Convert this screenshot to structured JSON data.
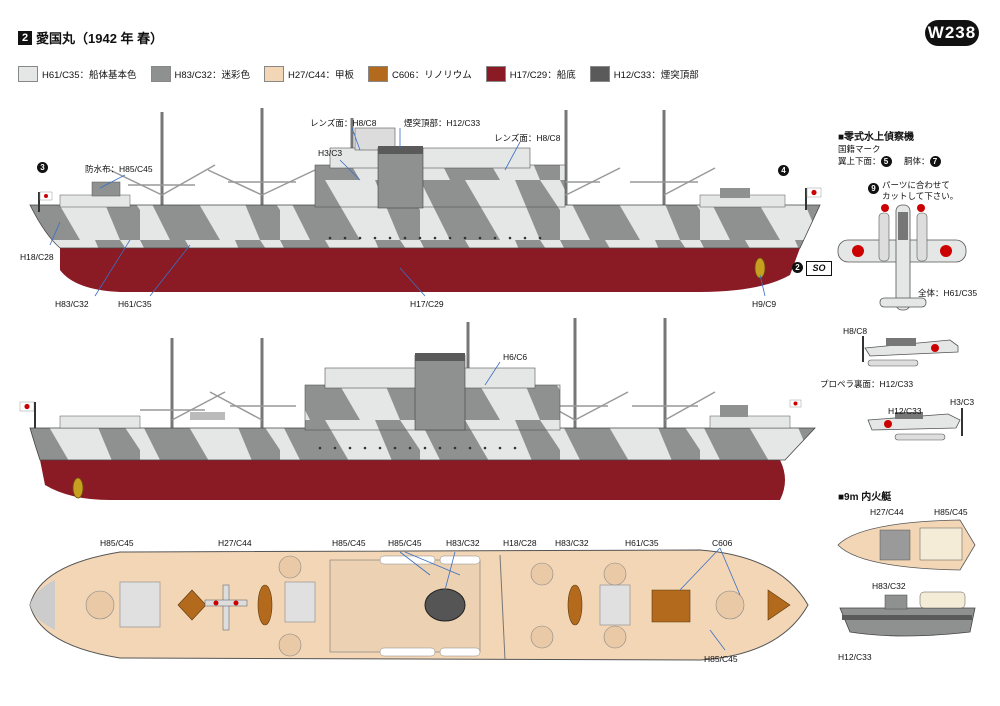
{
  "header": {
    "section_number": "2",
    "title": "愛国丸（1942 年 春）",
    "code": "W238"
  },
  "legend": [
    {
      "label": "H61/C35：船体基本色",
      "color": "#e4e7e5"
    },
    {
      "label": "H83/C32：迷彩色",
      "color": "#8f9090"
    },
    {
      "label": "H27/C44：甲板",
      "color": "#f3d6b6"
    },
    {
      "label": "C606：リノリウム",
      "color": "#b36a1c"
    },
    {
      "label": "H17/C29：船底",
      "color": "#8a1a24"
    },
    {
      "label": "H12/C33：煙突頂部",
      "color": "#5a5a5a"
    }
  ],
  "side_view_labels": {
    "lens_face_left": "レンズ面：H8/C8",
    "funnel_top": "煙突頂部：H12/C33",
    "lens_face_right": "レンズ面：H8/C8",
    "h3c3": "H3/C3",
    "tarp": "防水布：H85/C45",
    "h18c28": "H18/C28",
    "h83c32": "H83/C32",
    "h61c35": "H61/C35",
    "h17c29": "H17/C29",
    "h9c9": "H9/C9",
    "h6c6": "H6/C6",
    "marker3": "3",
    "marker4": "4",
    "marker2": "2",
    "so_mark": "SO"
  },
  "deck_view_labels": {
    "h85c45_a": "H85/C45",
    "h27c44": "H27/C44",
    "h85c45_b": "H85/C45",
    "h85c45_c": "H85/C45",
    "h83c32": "H83/C32",
    "h18c28": "H18/C28",
    "h83c32_b": "H83/C32",
    "h61c35": "H61/C35",
    "c606": "C606",
    "h85c45_d": "H85/C45"
  },
  "floatplane": {
    "heading": "■零式水上偵察機",
    "roundel_label": "国籍マーク",
    "wing_label": "翼上下面：",
    "wing_num": "5",
    "fuselage_label": "胴体：",
    "fuselage_num": "7",
    "marker9": "9",
    "cut_note_1": "パーツに合わせて",
    "cut_note_2": "カットして下さい。",
    "overall": "全体：H61/C35",
    "h8c8": "H8/C8",
    "prop_back": "プロペラ裏面：H12/C33",
    "h12c33": "H12/C33",
    "h3c3": "H3/C3"
  },
  "launch": {
    "heading": "■9m 内火艇",
    "h27c44": "H27/C44",
    "h85c45": "H85/C45",
    "h83c32": "H83/C32",
    "h12c33": "H12/C33"
  }
}
